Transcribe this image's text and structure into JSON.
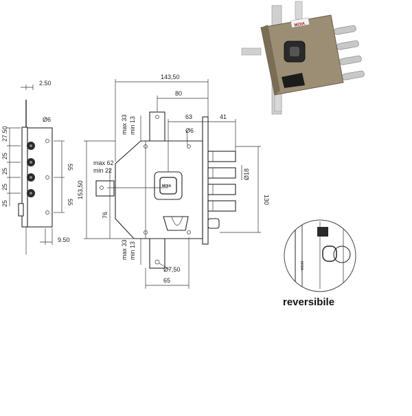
{
  "colors": {
    "line": "#222222",
    "bolt_dark": "#2a2a2a",
    "photo_body": "#7a6d55",
    "photo_plate": "#9b8e74",
    "chrome": "#c8c8c8"
  },
  "side_view": {
    "dims": {
      "top_offset": "2.50",
      "top_spacing": "27.50",
      "bolt_dia": "Ø6",
      "pitch_a": "25",
      "pitch_b": "25",
      "pitch_c": "25",
      "pitch_d": "25",
      "span_upper": "55",
      "span_lower": "55",
      "bottom_offset": "9.50"
    }
  },
  "front_view": {
    "dims": {
      "overall_width": "143,50",
      "backset": "80",
      "handle_offset": "63",
      "bolt_throw": "41",
      "upper_hole_dia": "Ø6",
      "lower_hole_dia": "Ø7,50",
      "bolt_dia": "Ø18",
      "height": "153,50",
      "bolt_span": "130",
      "cyl_max": "max 62",
      "cyl_min": "min 22",
      "lower_center": "76",
      "top_max": "max 33",
      "top_min": "min 13",
      "bot_max": "max 33",
      "bot_min": "min 13",
      "bottom_width": "65"
    }
  },
  "product_photo": {
    "brand": "MOIA"
  },
  "reversible": {
    "label": "reversibile"
  }
}
